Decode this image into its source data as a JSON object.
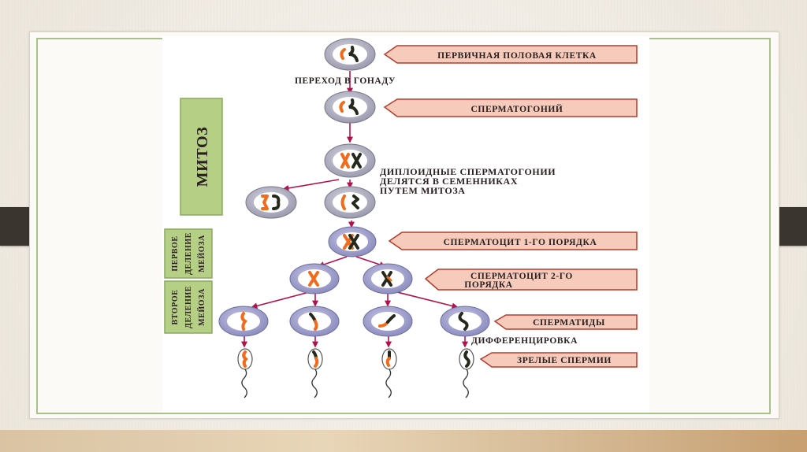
{
  "labels": {
    "primordial_germ_cell": "ПЕРВИЧНАЯ ПОЛОВАЯ КЛЕТКА",
    "migration_to_gonad": "ПЕРЕХОД В ГОНАДУ",
    "spermatogonium": "СПЕРМАТОГОНИЙ",
    "diploid_line1": "ДИПЛОИДНЫЕ СПЕРМАТОГОНИИ",
    "diploid_line2": "ДЕЛЯТСЯ В СЕМЕННИКАХ",
    "diploid_line3": "ПУТЕМ МИТОЗА",
    "primary_spermatocyte": "СПЕРМАТОЦИТ 1-ГО ПОРЯДКА",
    "secondary_line1": "СПЕРМАТОЦИТ 2-ГО",
    "secondary_line2": "ПОРЯДКА",
    "spermatids": "СПЕРМАТИДЫ",
    "differentiation": "ДИФФЕРЕНЦИРОВКА",
    "mature_sperm": "ЗРЕЛЫЕ СПЕРМИИ"
  },
  "side_bars": {
    "mitosis": "МИТОЗ",
    "meiosis1_line1": "ПЕРВОЕ",
    "meiosis1_line2": "ДЕЛЕНИЕ",
    "meiosis1_line3": "МЕЙОЗА",
    "meiosis2_line1": "ВТОРОЕ",
    "meiosis2_line2": "ДЕЛЕНИЕ",
    "meiosis2_line3": "МЕЙОЗА"
  },
  "colors": {
    "label_fill": "#f6cbbb",
    "label_border": "#b43c2c",
    "arrow": "#b0124c",
    "cell_ring": "#b9b9c8",
    "side_bar": "#b5d084",
    "chromosome_orange": "#f26a1b",
    "chromosome_dark": "#25291c"
  }
}
